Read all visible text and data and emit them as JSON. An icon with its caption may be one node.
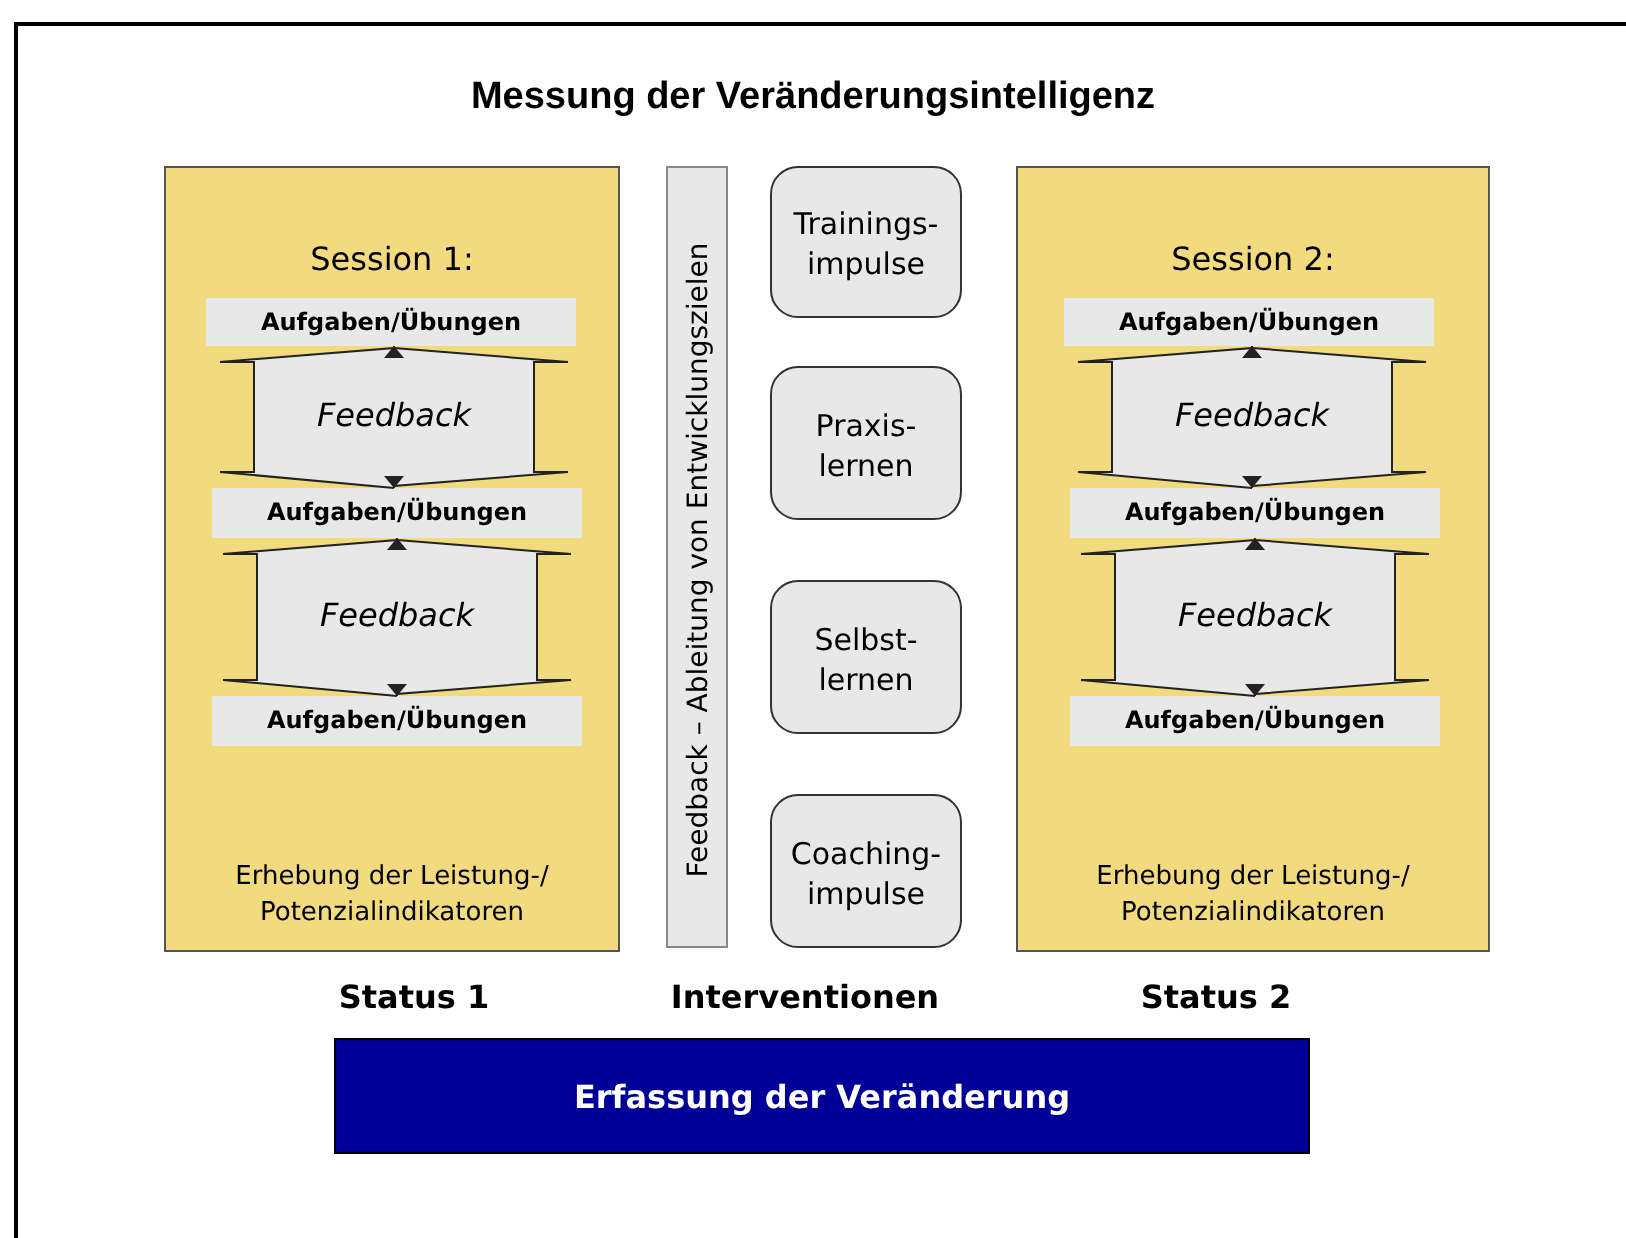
{
  "diagram": {
    "title": "Messung der Veränderungsintelligenz",
    "nodes": [
      {
        "text": [
          "Session 1:",
          "Erhebung der Leistung-/ Potenzialindikatoren"
        ]
      },
      {
        "text": [
          "Aufgaben/Übungen"
        ],
        "in": 0
      },
      {
        "text": [
          "Aufgaben/Übungen"
        ],
        "in": 0
      },
      {
        "text": [
          "Aufgaben/Übungen"
        ],
        "in": 0
      },
      {
        "text": [
          "Feedback – Ableitung von Entwicklungszielen"
        ]
      },
      {
        "text": [
          "Trainings- impulse"
        ]
      },
      {
        "text": [
          "Praxis- lernen"
        ]
      },
      {
        "text": [
          "Selbst- lernen"
        ]
      },
      {
        "text": [
          "Coaching- impulse"
        ]
      },
      {
        "text": [
          "Session 2:",
          "Erhebung der Leistung-/ Potenzialindikatoren"
        ]
      },
      {
        "text": [
          "Aufgaben/Übungen"
        ],
        "in": 9
      },
      {
        "text": [
          "Aufgaben/Übungen"
        ],
        "in": 9
      },
      {
        "text": [
          "Aufgaben/Übungen"
        ],
        "in": 9
      },
      {
        "text": [
          "Erfassung der Veränderung"
        ]
      }
    ],
    "edges": [
      {
        "from": 1,
        "to": 2,
        "arrow": "both",
        "label": "Feedback"
      },
      {
        "from": 2,
        "to": 3,
        "arrow": "both",
        "label": "Feedback"
      },
      {
        "from": 10,
        "to": 11,
        "arrow": "both",
        "label": "Feedback"
      },
      {
        "from": 11,
        "to": 12,
        "arrow": "both",
        "label": "Feedback"
      }
    ],
    "labels": [
      "Status 1",
      "Interventionen",
      "Status 2"
    ]
  }
}
